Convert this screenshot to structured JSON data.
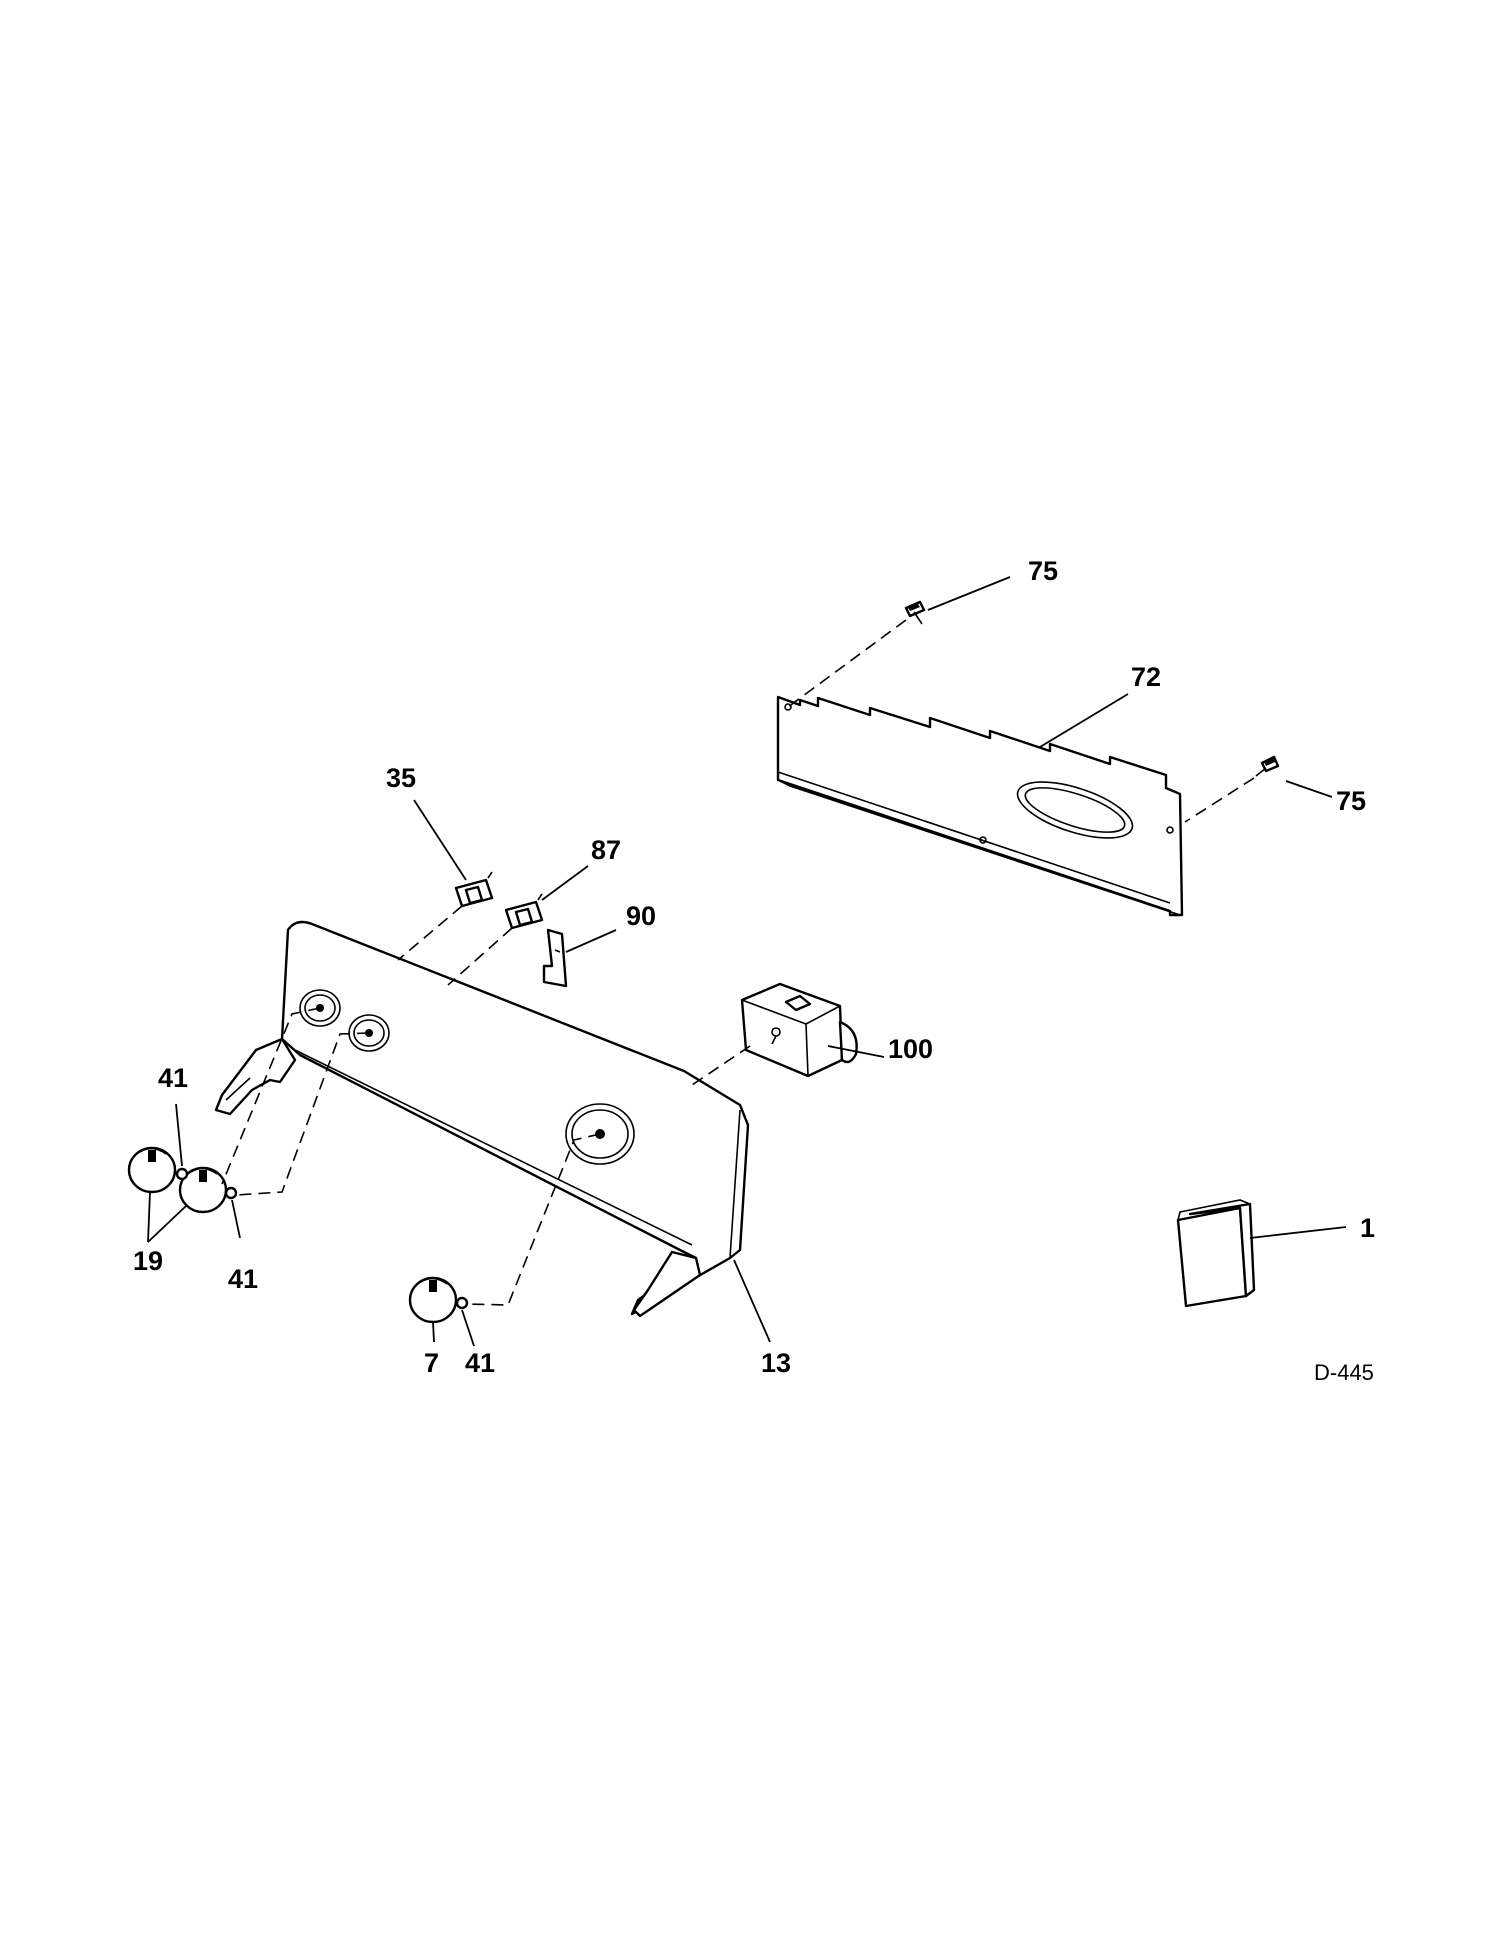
{
  "diagram": {
    "drawing_code": "D-445",
    "callouts": [
      {
        "id": "c75a",
        "text": "75"
      },
      {
        "id": "c72",
        "text": "72"
      },
      {
        "id": "c75b",
        "text": "75"
      },
      {
        "id": "c35",
        "text": "35"
      },
      {
        "id": "c87",
        "text": "87"
      },
      {
        "id": "c90",
        "text": "90"
      },
      {
        "id": "c100",
        "text": "100"
      },
      {
        "id": "c41a",
        "text": "41"
      },
      {
        "id": "c19",
        "text": "19"
      },
      {
        "id": "c41b",
        "text": "41"
      },
      {
        "id": "c7",
        "text": "7"
      },
      {
        "id": "c41c",
        "text": "41"
      },
      {
        "id": "c13",
        "text": "13"
      },
      {
        "id": "c1",
        "text": "1"
      }
    ]
  }
}
